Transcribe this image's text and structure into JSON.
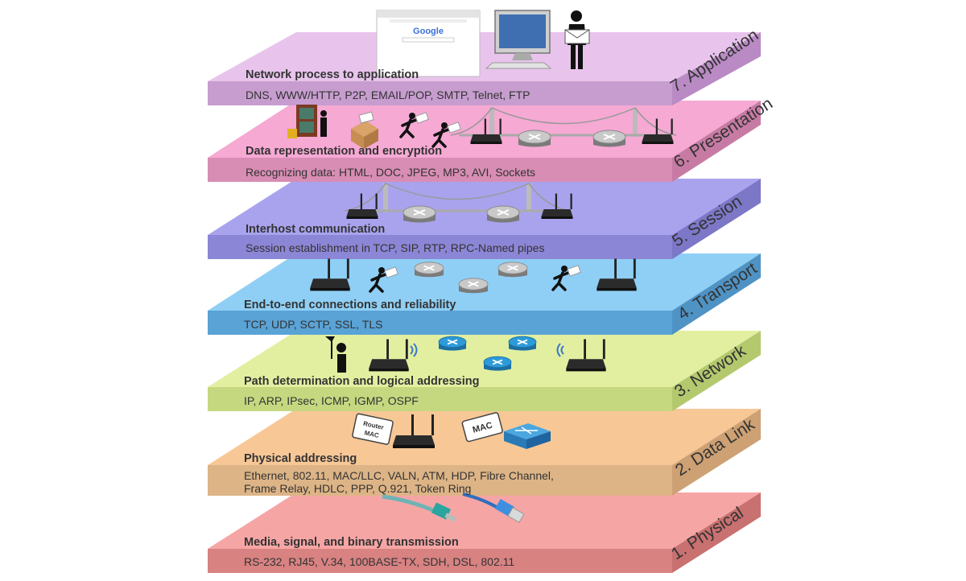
{
  "layers": [
    {
      "name": "7. Application",
      "description": "Network process to application",
      "protocols": [
        "DNS, WWW/HTTP, P2P, EMAIL/POP, SMTP, Telnet, FTP"
      ],
      "colors": {
        "top": "#e8c4ec",
        "front": "#c79dcf",
        "side": "#b98ac4"
      }
    },
    {
      "name": "6. Presentation",
      "description": "Data representation and encryption",
      "protocols": [
        "Recognizing data: HTML, DOC, JPEG, MP3, AVI, Sockets"
      ],
      "colors": {
        "top": "#f5a9d3",
        "front": "#d88db4",
        "side": "#c77ba4"
      }
    },
    {
      "name": "5. Session",
      "description": "Interhost communication",
      "protocols": [
        "Session establishment in TCP, SIP, RTP, RPC-Named pipes"
      ],
      "colors": {
        "top": "#a9a3ee",
        "front": "#8c86d6",
        "side": "#7d77c8"
      }
    },
    {
      "name": "4. Transport",
      "description": "End-to-end connections and reliability",
      "protocols": [
        "TCP, UDP, SCTP, SSL, TLS"
      ],
      "colors": {
        "top": "#8fcff5",
        "front": "#5aa3d6",
        "side": "#4f93c5"
      }
    },
    {
      "name": "3. Network",
      "description": "Path determination and logical addressing",
      "protocols": [
        "IP, ARP, IPsec, ICMP, IGMP, OSPF"
      ],
      "colors": {
        "top": "#e2efa0",
        "front": "#c5d880",
        "side": "#b4c96e"
      }
    },
    {
      "name": "2. Data Link",
      "description": "Physical addressing",
      "protocols": [
        "Ethernet, 802.11, MAC/LLC, VALN, ATM, HDP, Fibre Channel,",
        "Frame Relay, HDLC,  PPP, Q.921, Token Ring"
      ],
      "colors": {
        "top": "#f7c796",
        "front": "#ddb486",
        "side": "#cda174"
      }
    },
    {
      "name": "1. Physical",
      "description": "Media, signal, and binary transmission",
      "protocols": [
        "RS-232, RJ45, V.34, 100BASE-TX, SDH, DSL, 802.11"
      ],
      "colors": {
        "top": "#f6a5a5",
        "front": "#d88282",
        "side": "#c97070"
      }
    }
  ],
  "illustrations": {
    "browser_logo": "Google",
    "router_tag": [
      "Router",
      "MAC"
    ],
    "switch_tag": "MAC"
  },
  "icons": [
    "browser-window-icon",
    "desktop-computer-icon",
    "person-with-letter-icon",
    "locked-door-icon",
    "box-icon",
    "running-courier-icon",
    "wireless-router-icon",
    "bridge-icon",
    "network-router-icon",
    "wifi-signal-icon",
    "person-with-flag-icon",
    "mac-tag-icon",
    "network-switch-icon",
    "fiber-cable-icon",
    "ethernet-cable-icon"
  ]
}
